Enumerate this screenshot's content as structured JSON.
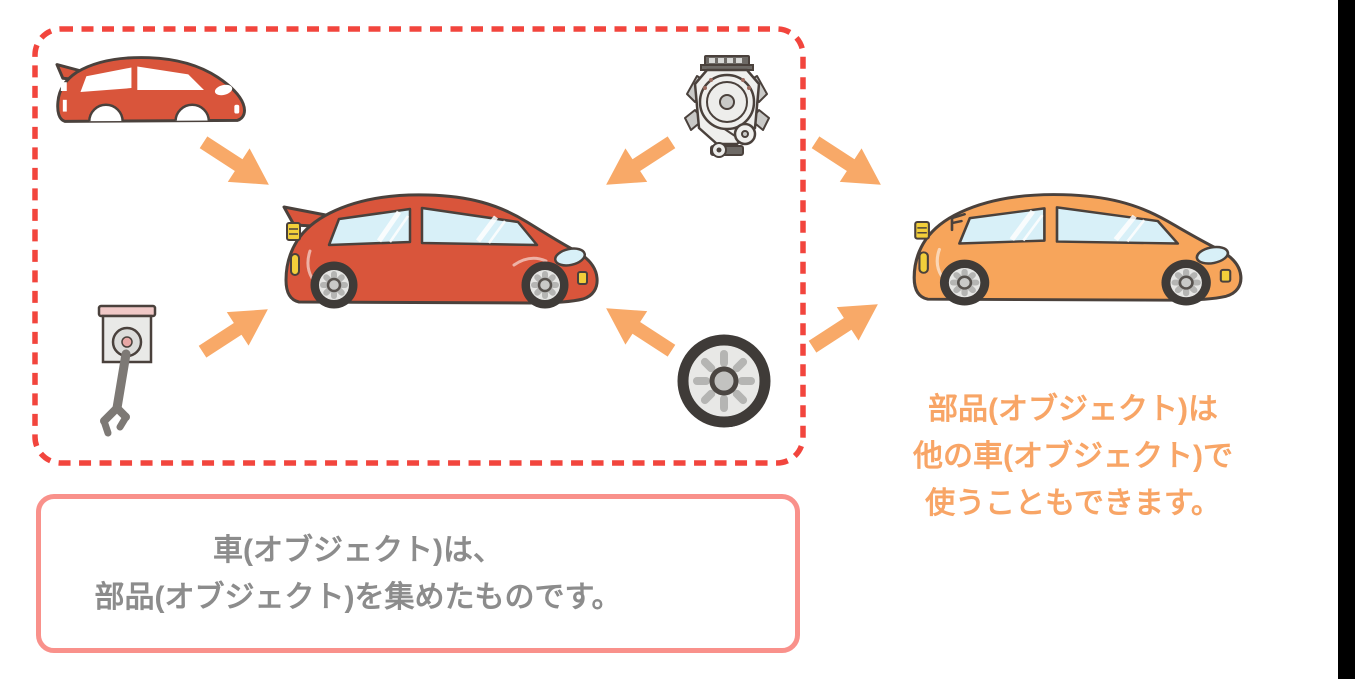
{
  "colors": {
    "dash_border": "#f2453d",
    "caption_border": "#f9918b",
    "caption_text": "#8c8c8c",
    "note_text": "#f8a566",
    "arrow": "#f8a968",
    "red_body": "#d9553b",
    "orange_body": "#f7a55b",
    "window": "#d8f0f8",
    "outline": "#4a413c",
    "tire_dark": "#3f3b38",
    "accent_yellow": "#f2cf3a",
    "accent_pink": "#f0c8c6",
    "edge_strip": "#000000"
  },
  "diagram": {
    "parts_group_icons": [
      "red-car-silhouette",
      "engine",
      "piston",
      "tire"
    ],
    "result_icons": [
      "red-car",
      "orange-car"
    ],
    "caption_box": {
      "lines": {
        "0": "車(オブジェクト)は、",
        "1": "部品(オブジェクト)を集めたものです。"
      }
    },
    "note": {
      "lines": {
        "0": "部品(オブジェクト)は",
        "1": "他の車(オブジェクト)で",
        "2": "使うこともできます。"
      }
    }
  }
}
